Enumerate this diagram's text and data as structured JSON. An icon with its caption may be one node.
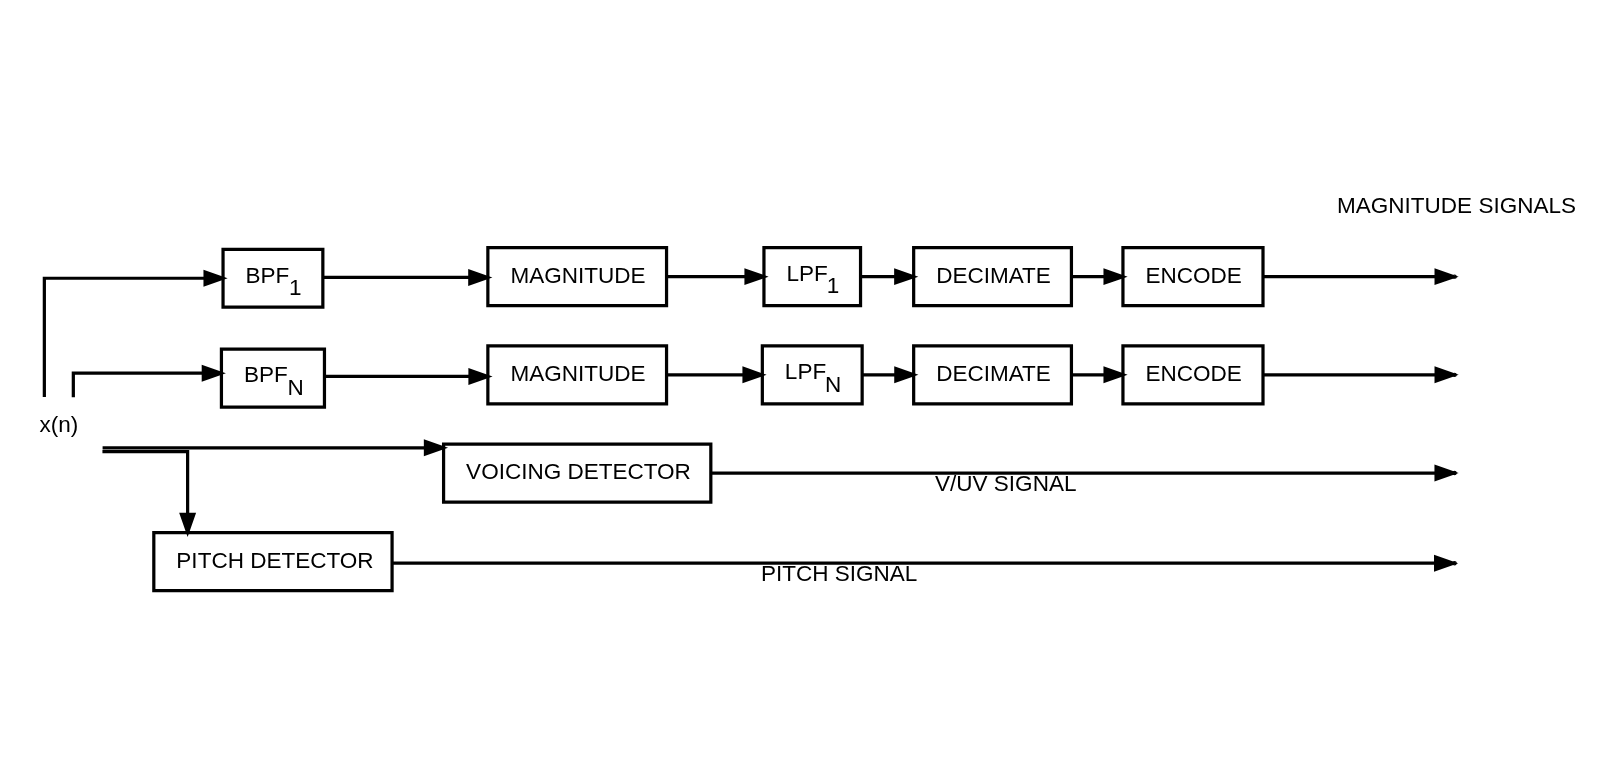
{
  "diagram": {
    "nodes": [
      {
        "text": [
          "x(n)"
        ]
      },
      {
        "text": [
          "BPF$_{1}$"
        ]
      },
      {
        "text": [
          "MAGNITUDE"
        ]
      },
      {
        "text": [
          "LPF$_{1}$"
        ]
      },
      {
        "text": [
          "DECIMATE"
        ]
      },
      {
        "text": [
          "ENCODE"
        ]
      },
      {
        "text": [
          "BPF$_{N}$"
        ]
      },
      {
        "text": [
          "MAGNITUDE"
        ]
      },
      {
        "text": [
          "LPF$_{N}$"
        ]
      },
      {
        "text": [
          "DECIMATE"
        ]
      },
      {
        "text": [
          "ENCODE"
        ]
      },
      {
        "text": [
          "VOICING DETECTOR"
        ]
      },
      {
        "text": [
          "PITCH DETECTOR"
        ]
      }
    ],
    "edges": [
      {
        "from": 0,
        "to": 1,
        "arrow": "to"
      },
      {
        "from": 0,
        "to": 6,
        "arrow": "to"
      },
      {
        "from": 0,
        "to": 11,
        "arrow": "to"
      },
      {
        "from": 0,
        "to": 12,
        "arrow": "to"
      },
      {
        "from": 1,
        "to": 2,
        "arrow": "to"
      },
      {
        "from": 2,
        "to": 3,
        "arrow": "to"
      },
      {
        "from": 3,
        "to": 4,
        "arrow": "to"
      },
      {
        "from": 4,
        "to": 5,
        "arrow": "to"
      },
      {
        "from": 5,
        "to": null,
        "arrow": "to"
      },
      {
        "from": 6,
        "to": 7,
        "arrow": "to"
      },
      {
        "from": 7,
        "to": 8,
        "arrow": "to"
      },
      {
        "from": 8,
        "to": 9,
        "arrow": "to"
      },
      {
        "from": 9,
        "to": 10,
        "arrow": "to"
      },
      {
        "from": 10,
        "to": null,
        "arrow": "to"
      },
      {
        "from": 11,
        "to": null,
        "label": "V/UV SIGNAL",
        "arrow": "to"
      },
      {
        "from": 12,
        "to": null,
        "label": "PITCH SIGNAL",
        "arrow": "to"
      }
    ],
    "labels": [
      "MAGNITUDE SIGNALS"
    ]
  }
}
